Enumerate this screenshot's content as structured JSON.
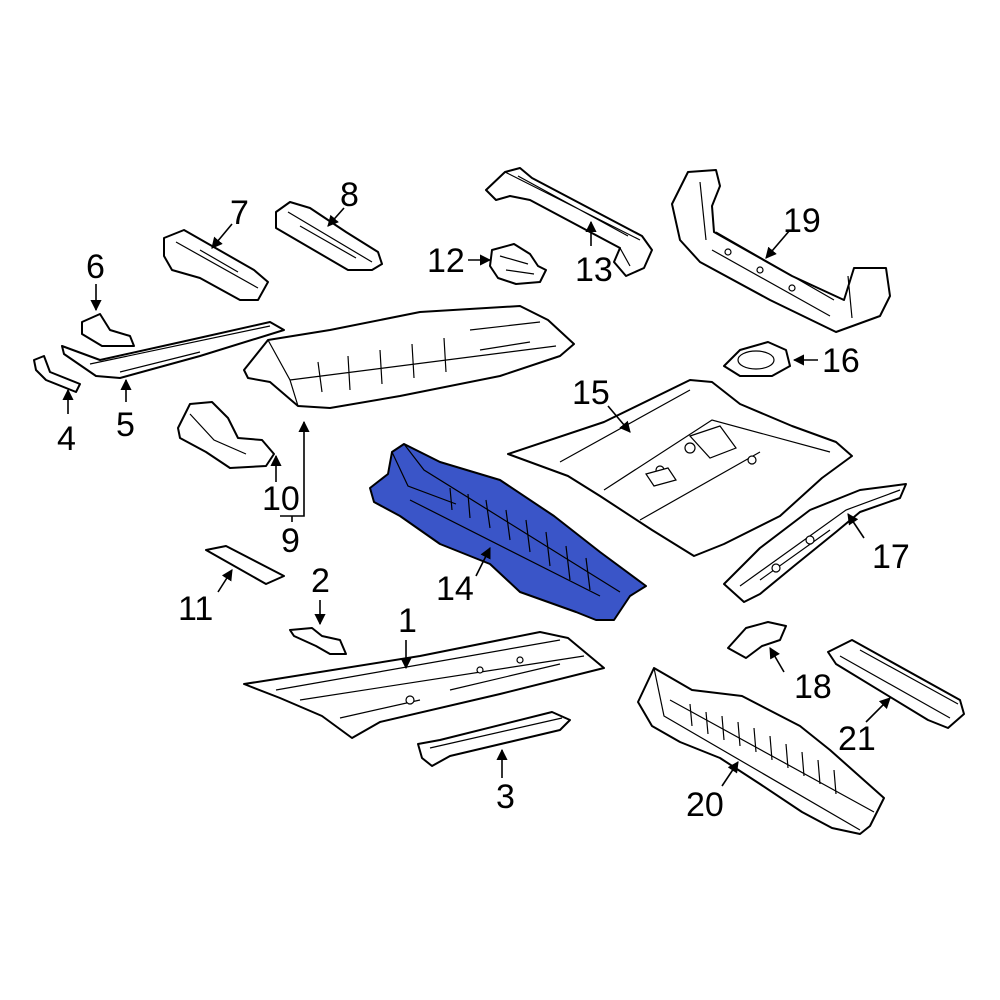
{
  "highlight_color": "#3a55c8",
  "highlighted_part": "14",
  "callouts": {
    "c1": "1",
    "c2": "2",
    "c3": "3",
    "c4": "4",
    "c5": "5",
    "c6": "6",
    "c7": "7",
    "c8": "8",
    "c9": "9",
    "c10": "10",
    "c11": "11",
    "c12": "12",
    "c13": "13",
    "c14": "14",
    "c15": "15",
    "c16": "16",
    "c17": "17",
    "c18": "18",
    "c19": "19",
    "c20": "20",
    "c21": "21"
  }
}
